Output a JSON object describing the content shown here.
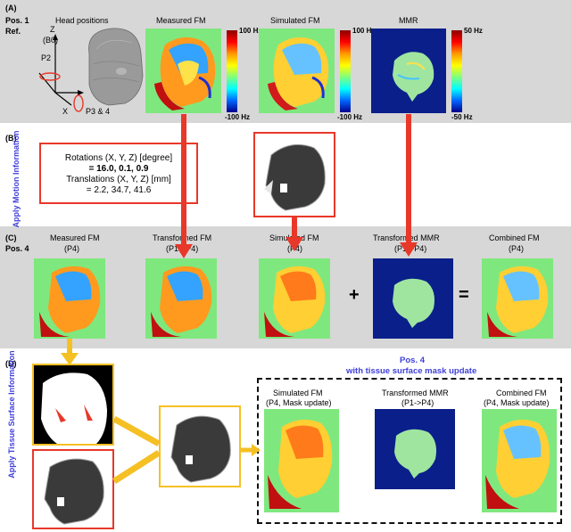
{
  "panels": {
    "a": {
      "letter": "(A)",
      "pos": "Pos. 1",
      "ref": "Ref.",
      "head_positions": "Head positions",
      "axis_z": "Z",
      "axis_b0": "(B0)",
      "axis_x": "X",
      "label_p2": "P2",
      "label_p34": "P3 & 4",
      "measured": "Measured FM",
      "simulated": "Simulated FM",
      "mmr": "MMR",
      "fm_max": "100 Hz",
      "fm_min": "-100 Hz",
      "mmr_max": "50 Hz",
      "mmr_min": "-50 Hz"
    },
    "b": {
      "letter": "(B)",
      "side": "Apply Motion Information",
      "rot_line": "Rotations (X, Y, Z) [degree]",
      "rot_val": "= 16.0, 0.1, 0.9",
      "trans_line": "Translations (X, Y, Z) [mm]",
      "trans_val": "= 2.2, 34.7, 41.6"
    },
    "c": {
      "letter": "(C)",
      "pos": "Pos. 4",
      "measured": "Measured FM",
      "measured_sub": "(P4)",
      "transformed": "Transformed FM",
      "transformed_sub": "(P1->P4)",
      "simulated": "Simulated FM",
      "simulated_sub": "(P4)",
      "t_mmr": "Transformed MMR",
      "t_mmr_sub": "(P1->P4)",
      "combined": "Combined FM",
      "combined_sub": "(P4)",
      "plus": "+",
      "equals": "="
    },
    "d": {
      "letter": "(D)",
      "side": "Apply Tissue Surface Information",
      "title1": "Pos. 4",
      "title2": "with tissue surface mask update",
      "simulated": "Simulated FM",
      "simulated_sub": "(P4, Mask update)",
      "t_mmr": "Transformed MMR",
      "t_mmr_sub": "(P1->P4)",
      "combined": "Combined FM",
      "combined_sub": "(P4, Mask update)"
    }
  },
  "colors": {
    "band": "#d7d7d7",
    "red_arrow": "#e8382a",
    "yellow_arrow": "#f5c024",
    "side_text": "#3f3fd9",
    "fm_background": "#7ee87e",
    "mmr_background": "#0a1f8a"
  }
}
